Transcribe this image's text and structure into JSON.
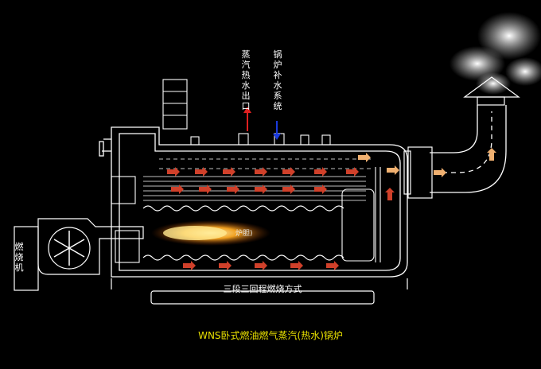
{
  "labels": {
    "steam_outlet": "蒸汽热水出口",
    "feed_water": "锅炉补水系统",
    "burner": "燃烧机",
    "process": "三段三回程燃烧方式",
    "flame_tag": "炉胆)",
    "title": "WNS卧式燃油燃气蒸汽(热水)锅炉"
  },
  "colors": {
    "background": "#000000",
    "outline": "#ffffff",
    "flow_arrow": "#d0402a",
    "flow_arrow_exit": "#f0b070",
    "steam_arrow": "#e02020",
    "feed_arrow": "#1a3adb",
    "flame": "#f0a020",
    "title": "#e8e000"
  }
}
